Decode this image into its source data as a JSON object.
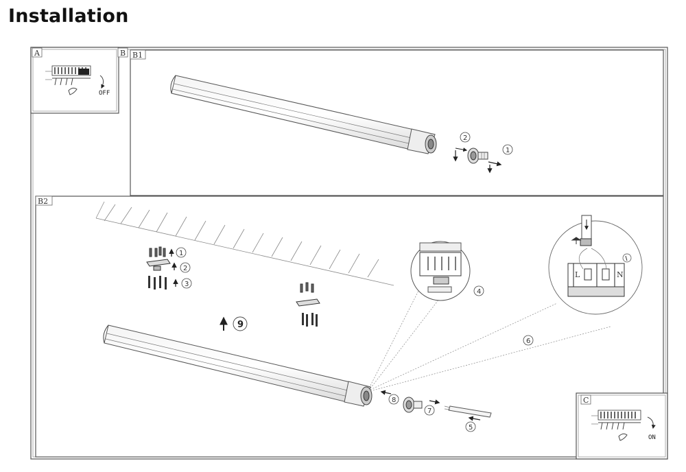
{
  "heading": "Installation",
  "panels": {
    "a": "A",
    "b": "B",
    "b1": "B1",
    "b2": "B2",
    "c": "C"
  },
  "switch": {
    "off": "OFF",
    "on": "ON"
  },
  "callouts": {
    "b1_1": "1",
    "b1_2": "2",
    "b2_1": "1",
    "b2_2": "2",
    "b2_3": "3",
    "b2_4": "4",
    "b2_5": "5",
    "b2_6": "6",
    "b2_7": "7",
    "b2_8": "8",
    "b2_9": "9"
  },
  "terminal": {
    "live": "L",
    "neutral": "N"
  }
}
